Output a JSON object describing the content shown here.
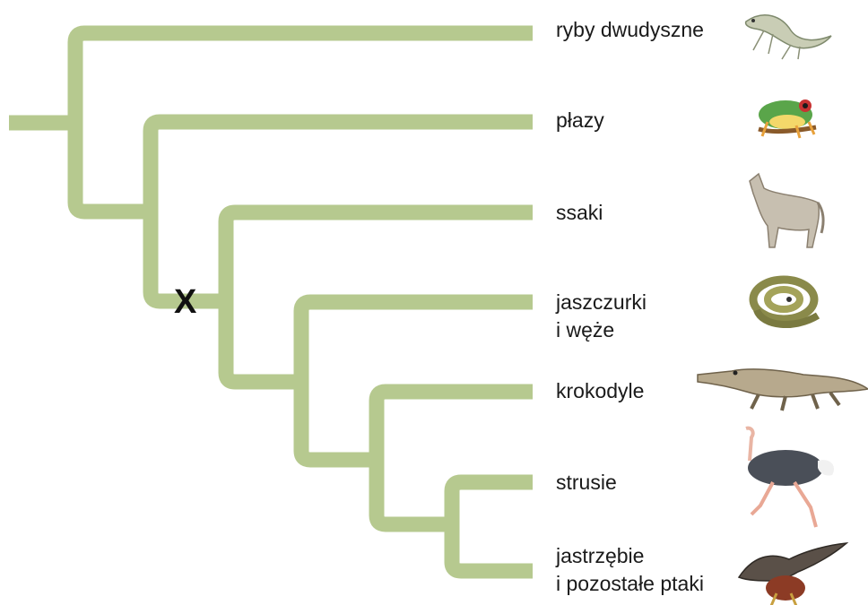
{
  "diagram": {
    "branch_color": "#b6c98f",
    "node_mark": "X",
    "taxa": [
      {
        "id": "lungfish",
        "label": [
          "ryby dwudyszne"
        ],
        "icon": "lungfish-icon"
      },
      {
        "id": "amphibians",
        "label": [
          "płazy"
        ],
        "icon": "frog-icon"
      },
      {
        "id": "mammals",
        "label": [
          "ssaki"
        ],
        "icon": "wolf-icon"
      },
      {
        "id": "lizards-snakes",
        "label": [
          "jaszczurki",
          "i węże"
        ],
        "icon": "snake-icon"
      },
      {
        "id": "crocodiles",
        "label": [
          "krokodyle"
        ],
        "icon": "crocodile-icon"
      },
      {
        "id": "ostriches",
        "label": [
          "strusie"
        ],
        "icon": "ostrich-icon"
      },
      {
        "id": "hawks-birds",
        "label": [
          "jastrzębie",
          "i pozostałe ptaki"
        ],
        "icon": "hawk-icon"
      }
    ]
  }
}
